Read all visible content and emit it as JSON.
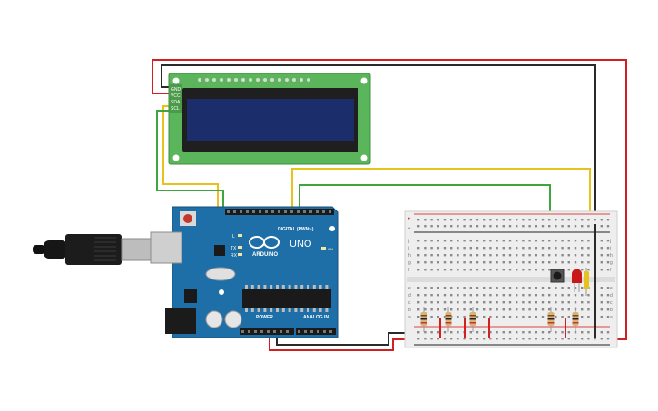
{
  "lcd": {
    "pins": [
      "GND",
      "VCC",
      "SDA",
      "SCL"
    ],
    "screen_color": "#1b2e6b",
    "pcb_color": "#5bb55a"
  },
  "arduino": {
    "brand": "ARDUINO",
    "model": "UNO",
    "digital_header_label": "DIGITAL (PWM~)",
    "analog_header_label": "ANALOG IN",
    "power_header_label": "POWER",
    "led_labels": [
      "L",
      "TX",
      "RX"
    ],
    "on_label": "ON",
    "board_color": "#1e6fa8"
  },
  "breadboard": {
    "row_letters_top": [
      "j",
      "i",
      "h",
      "g",
      "f"
    ],
    "row_letters_bottom": [
      "e",
      "d",
      "c",
      "b",
      "a"
    ],
    "rail_plus": "+",
    "rail_minus": "−"
  },
  "wire_colors": {
    "red": "#d21f1f",
    "black": "#2a2a2a",
    "yellow": "#e8c21c",
    "green": "#3fa63f"
  },
  "components": {
    "resistor_count": 5,
    "led_color": "#c81818",
    "pushbutton": "pushbutton"
  }
}
